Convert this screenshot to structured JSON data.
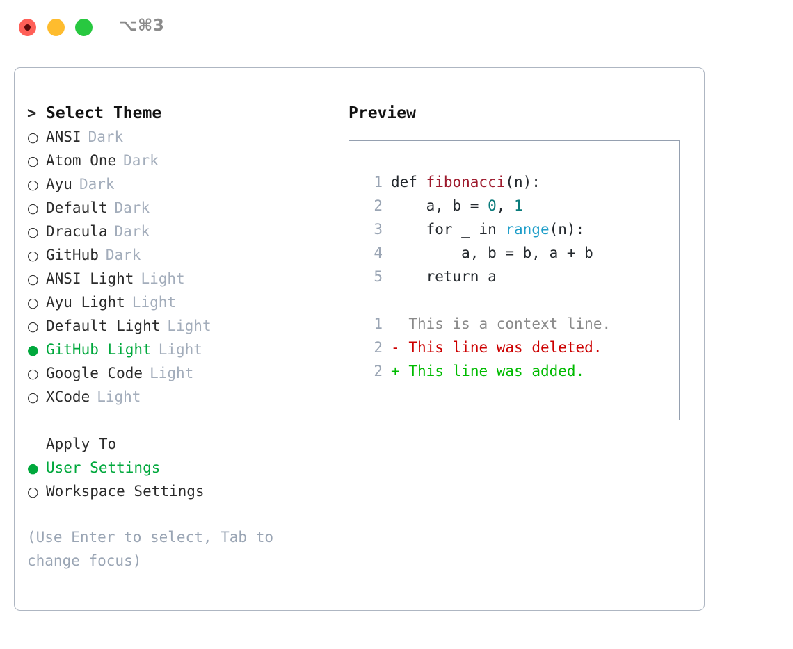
{
  "window": {
    "title": "⌥⌘3",
    "traffic_lights": [
      {
        "name": "close",
        "color": "#ff5f57"
      },
      {
        "name": "minimize",
        "color": "#febc2e"
      },
      {
        "name": "maximize",
        "color": "#28c840"
      }
    ]
  },
  "theme_panel": {
    "header_marker": ">",
    "header": "Select Theme",
    "items": [
      {
        "marker": "○",
        "name": "ANSI",
        "tag": "Dark",
        "selected": false
      },
      {
        "marker": "○",
        "name": "Atom One",
        "tag": "Dark",
        "selected": false
      },
      {
        "marker": "○",
        "name": "Ayu",
        "tag": "Dark",
        "selected": false
      },
      {
        "marker": "○",
        "name": "Default",
        "tag": "Dark",
        "selected": false
      },
      {
        "marker": "○",
        "name": "Dracula",
        "tag": "Dark",
        "selected": false
      },
      {
        "marker": "○",
        "name": "GitHub",
        "tag": "Dark",
        "selected": false
      },
      {
        "marker": "○",
        "name": "ANSI Light",
        "tag": "Light",
        "selected": false
      },
      {
        "marker": "○",
        "name": "Ayu Light",
        "tag": "Light",
        "selected": false
      },
      {
        "marker": "○",
        "name": "Default Light",
        "tag": "Light",
        "selected": false
      },
      {
        "marker": "●",
        "name": "GitHub Light",
        "tag": "Light",
        "selected": true
      },
      {
        "marker": "○",
        "name": "Google Code",
        "tag": "Light",
        "selected": false
      },
      {
        "marker": "○",
        "name": "XCode",
        "tag": "Light",
        "selected": false
      }
    ]
  },
  "apply_to": {
    "label": "Apply To",
    "options": [
      {
        "marker": "●",
        "name": "User Settings",
        "selected": true
      },
      {
        "marker": "○",
        "name": "Workspace Settings",
        "selected": false
      }
    ]
  },
  "hint": "(Use Enter to select, Tab to change focus)",
  "preview": {
    "title": "Preview",
    "code_lines": [
      {
        "num": "1",
        "parts": [
          {
            "t": "def ",
            "c": "plain"
          },
          {
            "t": "fibonacci",
            "c": "func"
          },
          {
            "t": "(n):",
            "c": "plain"
          }
        ]
      },
      {
        "num": "2",
        "parts": [
          {
            "t": "    a, b = ",
            "c": "plain"
          },
          {
            "t": "0",
            "c": "num"
          },
          {
            "t": ", ",
            "c": "plain"
          },
          {
            "t": "1",
            "c": "num"
          }
        ]
      },
      {
        "num": "3",
        "parts": [
          {
            "t": "    for _ in ",
            "c": "plain"
          },
          {
            "t": "range",
            "c": "call"
          },
          {
            "t": "(n):",
            "c": "plain"
          }
        ]
      },
      {
        "num": "4",
        "parts": [
          {
            "t": "        a, b = b, a + b",
            "c": "plain"
          }
        ]
      },
      {
        "num": "5",
        "parts": [
          {
            "t": "    return a",
            "c": "plain"
          }
        ]
      }
    ],
    "diff_lines": [
      {
        "num": "1",
        "sign": " ",
        "text": "This is a context line.",
        "kind": "context"
      },
      {
        "num": "2",
        "sign": "-",
        "text": "This line was deleted.",
        "kind": "del"
      },
      {
        "num": "2",
        "sign": "+",
        "text": "This line was added.",
        "kind": "add"
      }
    ]
  },
  "colors": {
    "accent_green": "#00a83c",
    "muted": "#a3adbb",
    "border": "#aeb6c2",
    "diff_add": "#00bb00",
    "diff_del": "#cc0000",
    "token_func": "#9e1b2e",
    "token_num": "#0a7b7b",
    "token_call": "#1f9ec9"
  }
}
